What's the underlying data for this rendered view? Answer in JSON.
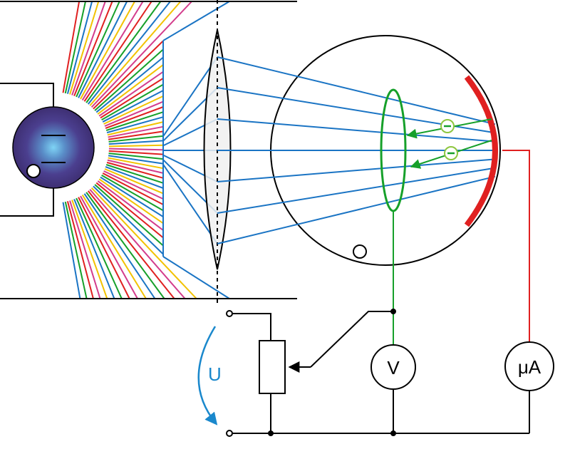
{
  "labels": {
    "voltmeter": "V",
    "microammeter": "μA",
    "voltage": "U"
  },
  "colors": {
    "light_ray": "#1a74c4",
    "photoelectron": "#16a02a",
    "cathode": "#e02020",
    "wire": "#000000",
    "anode_wire": "#16a02a",
    "cathode_wire": "#e02020",
    "voltage_arrow": "#1a88cc",
    "spectrum": [
      "#e02020",
      "#16a02a",
      "#1a74c4",
      "#f2c200",
      "#d33c8c"
    ]
  },
  "icons": {
    "electron": "minus-sign-circle",
    "lamp": "light-source-bulb"
  }
}
